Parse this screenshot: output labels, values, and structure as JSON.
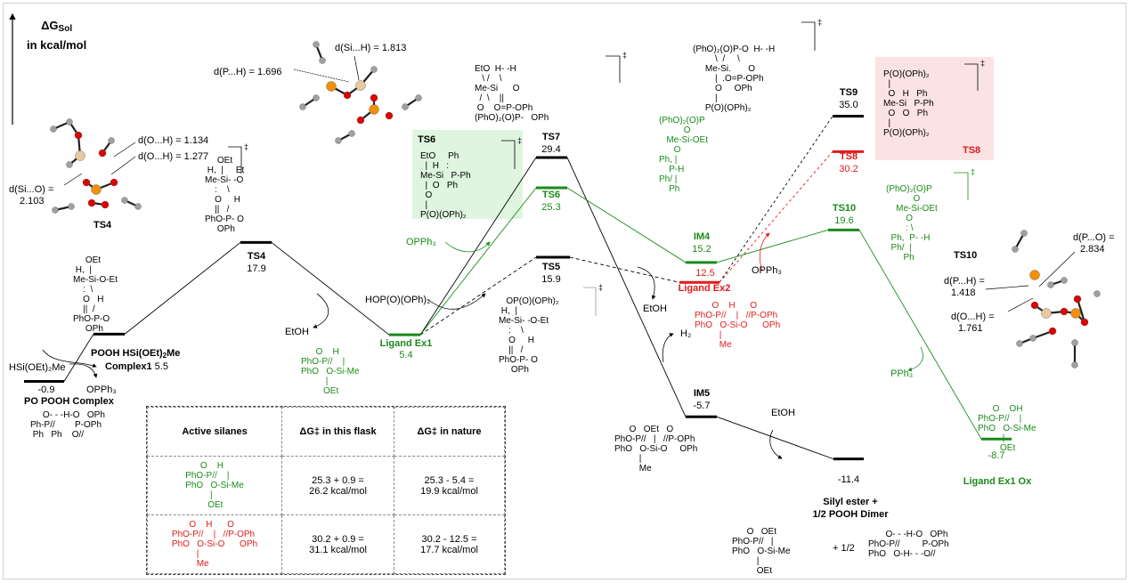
{
  "axis": {
    "title_symbol": "ΔG",
    "title_subscript": "Sol",
    "unit": "in kcal/mol"
  },
  "levels": [
    {
      "id": "po-pooh-complex",
      "label": "PO POOH Complex",
      "value": "-0.9",
      "color": "#000000"
    },
    {
      "id": "complex1",
      "label_line1": "POOH HSi(OEt)",
      "label_sub": "2",
      "label_tail": "Me",
      "label_line2": "Complex1",
      "value": "5.5",
      "color": "#000000"
    },
    {
      "id": "ts4",
      "label": "TS4",
      "value": "17.9",
      "color": "#000000"
    },
    {
      "id": "ligand-ex1",
      "label": "Ligand Ex1",
      "value": "5.4",
      "color": "#1a8a1a"
    },
    {
      "id": "ts7",
      "label": "TS7",
      "value": "29.4",
      "color": "#000000"
    },
    {
      "id": "ts6",
      "label": "TS6",
      "value": "25.3",
      "color": "#1a8a1a"
    },
    {
      "id": "ts5",
      "label": "TS5",
      "value": "15.9",
      "color": "#000000"
    },
    {
      "id": "im4",
      "label": "IM4",
      "value": "15.2",
      "color": "#1a8a1a"
    },
    {
      "id": "ligand-ex2",
      "label": "Ligand Ex2",
      "value": "12.5",
      "color": "#e01b1b"
    },
    {
      "id": "ts9",
      "label": "TS9",
      "value": "35.0",
      "color": "#000000"
    },
    {
      "id": "ts8",
      "label": "TS8",
      "value": "30.2",
      "color": "#e01b1b"
    },
    {
      "id": "ts10",
      "label": "TS10",
      "value": "19.6",
      "color": "#1a8a1a"
    },
    {
      "id": "im5",
      "label": "IM5",
      "value": "-5.7",
      "color": "#000000"
    },
    {
      "id": "silyl-ester",
      "label_line1": "Silyl ester +",
      "label_line2": "1/2 POOH Dimer",
      "value": "-11.4",
      "color": "#000000"
    },
    {
      "id": "ligand-ex1-ox",
      "label": "Ligand Ex1 Ox",
      "value": "-8.7",
      "color": "#1a8a1a"
    }
  ],
  "reagents": {
    "hsi_oet2me": "HSi(OEt)₂Me",
    "opph3_left": "OPPh₃",
    "etoh_1": "EtOH",
    "hop_o_oph2": "HOP(O)(OPh)₂",
    "opph3_green": "OPPh₃",
    "etoh_2": "EtOH",
    "h2": "H₂",
    "opph3_red": "OPPh₃",
    "etoh_3": "EtOH",
    "pph3": "PPh₃",
    "half": "+  1/2"
  },
  "distances": {
    "ts4_oh1": "d(O...H) = 1.134",
    "ts4_oh2": "d(O...H) = 1.277",
    "ts4_sio_l1": "d(Si...O) =",
    "ts4_sio_l2": "2.103",
    "ts4_caption": "TS4",
    "ts6_ph": "d(P...H) = 1.696",
    "ts6_sih": "d(Si...H) = 1.813",
    "ts10_po_l1": "d(P...O) =",
    "ts10_po_l2": "2.834",
    "ts10_ph_l1": "d(P...H) =",
    "ts10_ph_l2": "1.418",
    "ts10_oh_l1": "d(O...H) =",
    "ts10_oh_l2": "1.761",
    "ts10_caption": "TS10"
  },
  "ts_boxes": {
    "ts6_title": "TS6",
    "ts8_title": "TS8",
    "dagger": "‡"
  },
  "structures": {
    "po_pooh": [
      "     O- - -H-O   OPh",
      "Ph-P//        P-OPh",
      " Ph   Ph    O//"
    ],
    "complex1": [
      "     OEt",
      " H,  |",
      "Me-Si-O-Et",
      "    :  \\",
      "    O   H",
      "    ||  /",
      "PhO-P-O",
      "     OPh"
    ],
    "ts4": [
      "     OEt",
      " H,  |     Et",
      "Me-Si- -O",
      "    :    \\",
      "    O     H",
      "    ||   /",
      "PhO-P- O",
      "     OPh"
    ],
    "ligand_ex1": [
      "      O    H",
      "PhO-P//    |",
      "PhO   O-Si-Me",
      "          |",
      "         OEt"
    ],
    "ts5": [
      "   OP(O)(OPh)₂",
      " H,  |",
      "Me-Si- -O-Et",
      "    :    \\",
      "    O     H",
      "    ||   /",
      "PhO-P- O",
      "     OPh"
    ],
    "ts7": [
      "EtO  H- -H",
      "   \\ /    \\",
      "Me-Si      O",
      "  /  \\    ||",
      " O    O=P-OPh",
      "(PhO)₂(O)P-   OPh"
    ],
    "ts6": [
      "EtO     Ph",
      "  |  H   :",
      "Me-Si   P-Ph",
      "  |  O   Ph",
      "  O",
      "  |",
      "P(O)(OPh)₂"
    ],
    "ts9": [
      "(PhO)₂(O)P-O  H- -H",
      "         \\  /     \\",
      "     Me-Si.       O",
      "         |  .O=P-OPh",
      "         O     OPh",
      "         |",
      "     P(O)(OPh)₂"
    ],
    "ts8": [
      "P(O)(OPh)₂",
      "  |",
      "  O   H   Ph",
      "Me-Si   P-Ph",
      "  O   O   Ph",
      "  |",
      "P(O)(OPh)₂"
    ],
    "im4": [
      "(PhO)₂(O)P",
      "          O",
      "   Me-Si-OEt",
      "      O",
      "Ph, |",
      "    P-H",
      "Ph/ |",
      "    Ph"
    ],
    "ligand_ex2": [
      "       O    H      O",
      "PhO-P//    |   //P-OPh",
      "PhO   O-Si-O      OPh",
      "          |",
      "          Me"
    ],
    "ts10": [
      "(PhO)₂(O)P",
      "           O",
      "    Me-Si-OEt",
      "        O",
      "        : \\",
      "  Ph,  P- -H",
      "  Ph/  |",
      "       Ph"
    ],
    "im5": [
      "      O   OEt   O",
      "PhO-P//   |   //P-OPh",
      "PhO   O-Si-O     OPh",
      "          |",
      "          Me"
    ],
    "silyl_ester": [
      "      O   OEt",
      "PhO-P//   |",
      "PhO   O-Si-Me",
      "          |",
      "          OEt"
    ],
    "pooh_dimer": [
      "       O- - -H-O   OPh",
      "PhO-P//         P-OPh",
      "PhO   O-H- - -O//"
    ],
    "ligand_ex1_ox": [
      "      O    OH",
      "PhO-P//    |",
      "PhO   O-Si-Me",
      "          |",
      "         OEt"
    ]
  },
  "table": {
    "headers": [
      "Active silanes",
      "ΔG‡ in this flask",
      "ΔG‡ in nature"
    ],
    "rows": [
      {
        "silane_color": "#1a8a1a",
        "silane": "PhO-P(=O)(OPh)-O-SiH(Me)(OEt)",
        "flask_l1": "25.3 + 0.9 =",
        "flask_l2": "26.2 kcal/mol",
        "nature_l1": "25.3 - 5.4 =",
        "nature_l2": "19.9 kcal/mol"
      },
      {
        "silane_color": "#e01b1b",
        "silane": "(PhO)2P(=O)-O-SiH(Me)-O-P(=O)(OPh)2",
        "flask_l1": "30.2 + 0.9 =",
        "flask_l2": "31.1 kcal/mol",
        "nature_l1": "30.2 - 12.5 =",
        "nature_l2": "17.7 kcal/mol"
      }
    ]
  },
  "colors": {
    "green": "#1a8a1a",
    "red": "#e01b1b",
    "black": "#000000",
    "ts6_box": "#dff5df",
    "ts8_box": "#fbe3e3",
    "atom_o": "#e00000",
    "atom_p": "#f0900a",
    "atom_si": "#e8c9a0",
    "atom_c": "#a0a0a0",
    "atom_h": "#f0f0f0"
  }
}
